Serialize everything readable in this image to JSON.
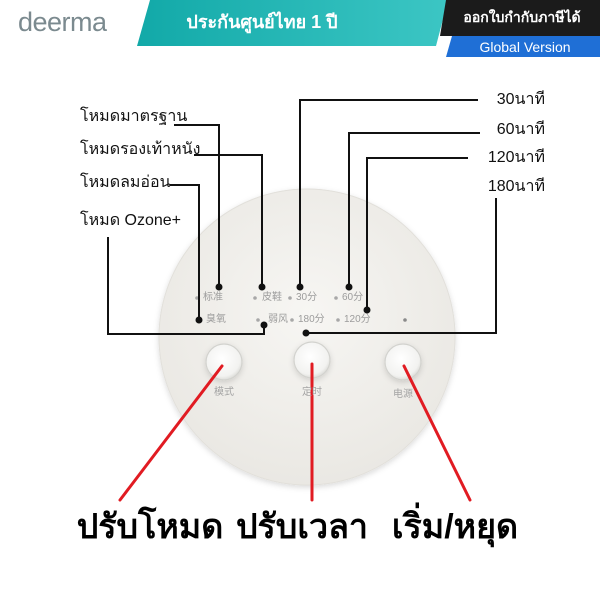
{
  "banner": {
    "logo": "deerma",
    "warranty": "ประกันศูนย์ไทย 1 ปี",
    "tax_invoice": "ออกใบกำกับภาษีได้",
    "version": "Global Version"
  },
  "mode_callouts": {
    "standard": "โหมดมาตรฐาน",
    "leather_shoes": "โหมดรองเท้าหนัง",
    "weak_wind": "โหมดลมอ่อน",
    "ozone": "โหมด Ozone+"
  },
  "timer_callouts": {
    "t30": "30นาที",
    "t60": "60นาที",
    "t120": "120นาที",
    "t180": "180นาที"
  },
  "panel": {
    "indicators_row1": [
      "标准",
      "皮鞋",
      "30分",
      "60分"
    ],
    "indicators_row2": [
      "臭氧",
      "弱风",
      "180分",
      "120分"
    ],
    "buttons": [
      "模式",
      "定时",
      "电源"
    ]
  },
  "actions": [
    "ปรับโหมด",
    "ปรับเวลา",
    "เริ่ม/หยุด"
  ],
  "colors": {
    "teal": "#22b3b0",
    "banner_dark": "#1b1b1b",
    "version_blue": "#1f6fd6",
    "callout_red": "#e11b22",
    "panel": "#f1efeb"
  }
}
